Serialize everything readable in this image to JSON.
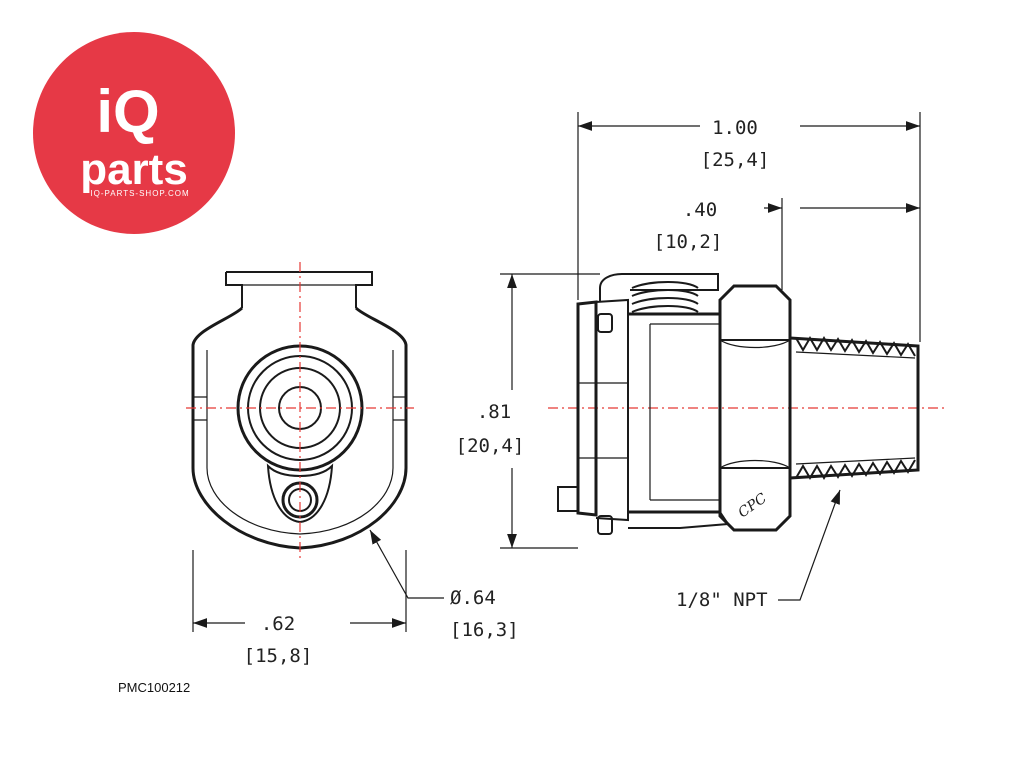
{
  "logo": {
    "line1": "iQ",
    "line2": "parts",
    "tagline": "IQ-PARTS-SHOP.COM",
    "color": "#e63946"
  },
  "front_view": {
    "width_inch": ".62",
    "width_mm": "[15,8]",
    "diameter_inch": "Ø.64",
    "diameter_mm": "[16,3]"
  },
  "side_view": {
    "length_inch": "1.00",
    "length_mm": "[25,4]",
    "thread_len_inch": ".40",
    "thread_len_mm": "[10,2]",
    "height_inch": ".81",
    "height_mm": "[20,4]",
    "thread_callout": "1/8\" NPT",
    "body_mark": "CPC"
  },
  "part_number": "PMC100212",
  "colors": {
    "line": "#1a1a1a",
    "centerline": "#e53935"
  }
}
